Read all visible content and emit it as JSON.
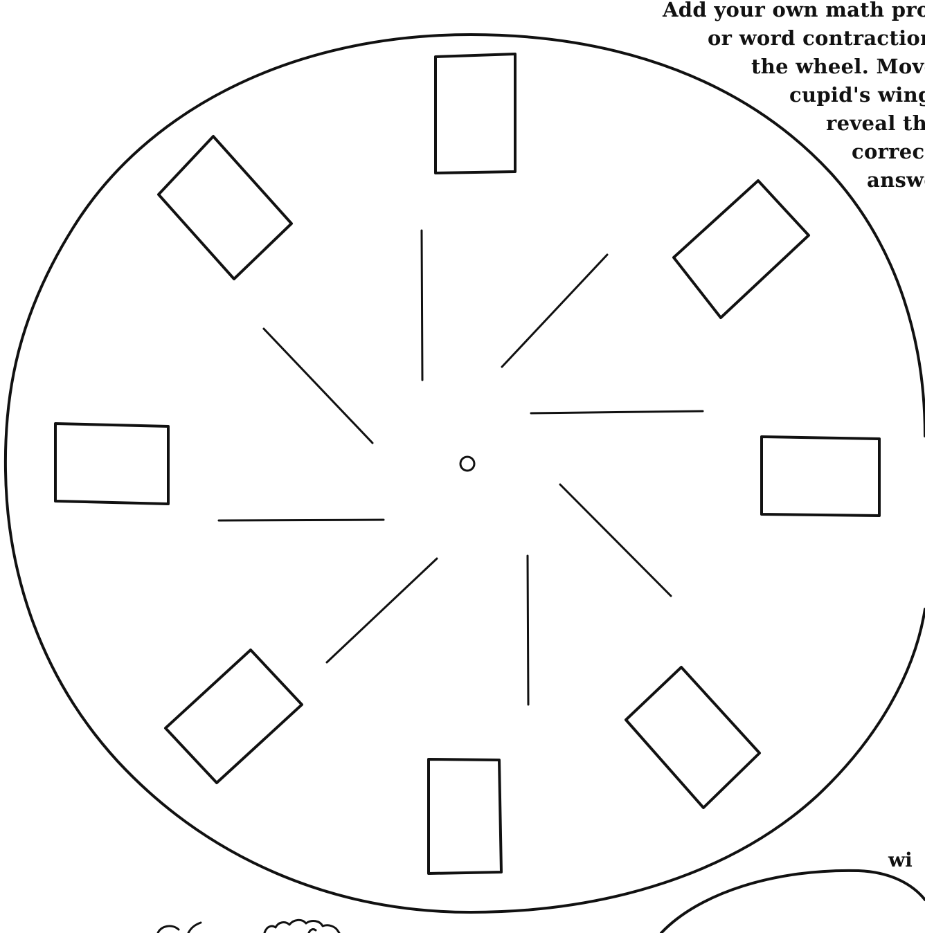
{
  "instructions": {
    "lines": [
      "Add your own math probl",
      "or word contractions",
      "the wheel. Move",
      "cupid's wing",
      "reveal the",
      "correct",
      "answe"
    ]
  },
  "wing_label": "wi",
  "wheel": {
    "window_count": 8,
    "divider_count": 8
  },
  "colors": {
    "ink": "#111111",
    "paper": "#ffffff"
  }
}
